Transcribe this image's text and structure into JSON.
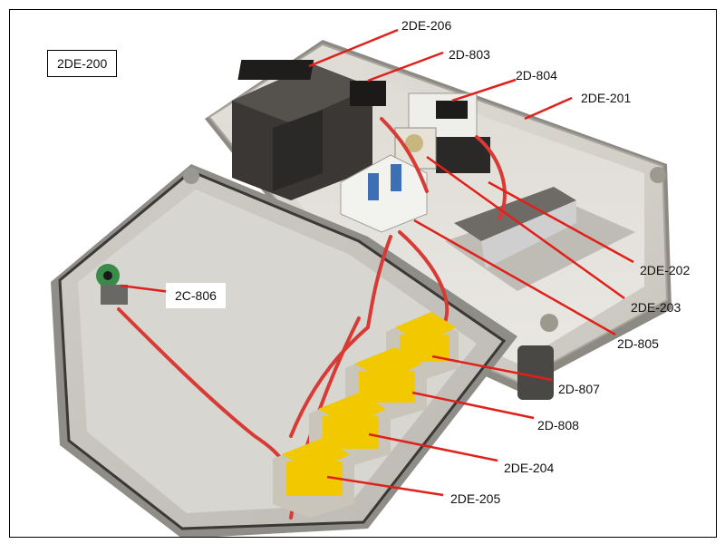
{
  "figure": {
    "title_label": "2DE-200",
    "callouts": [
      {
        "id": "2DE-206",
        "text": "2DE-206"
      },
      {
        "id": "2D-803",
        "text": "2D-803"
      },
      {
        "id": "2D-804",
        "text": "2D-804"
      },
      {
        "id": "2DE-201",
        "text": "2DE-201"
      },
      {
        "id": "2C-806",
        "text": "2C-806"
      },
      {
        "id": "2DE-202",
        "text": "2DE-202"
      },
      {
        "id": "2DE-203",
        "text": "2DE-203"
      },
      {
        "id": "2D-805",
        "text": "2D-805"
      },
      {
        "id": "2D-807",
        "text": "2D-807"
      },
      {
        "id": "2D-808",
        "text": "2D-808"
      },
      {
        "id": "2DE-204",
        "text": "2DE-204"
      },
      {
        "id": "2DE-205",
        "text": "2DE-205"
      }
    ],
    "colors": {
      "leader_line": "#e0201a",
      "enclosure": "#d9d6cf",
      "lid": "#d2d0ca",
      "wire": "#d83a35",
      "button_yellow": "#f2c800",
      "breaker_blue": "#3c6fb4"
    }
  }
}
